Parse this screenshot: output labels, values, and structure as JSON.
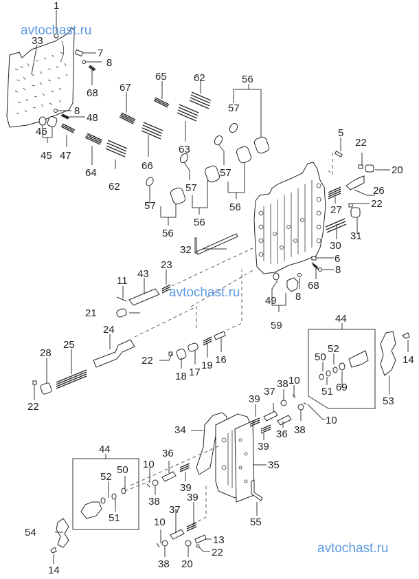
{
  "title": "Automatic transmission valve body exploded parts diagram",
  "watermark": "avtochast.ru",
  "colors": {
    "watermark": "#4a8fe0",
    "line": "#333333",
    "background": "#ffffff"
  },
  "labels": {
    "l1": "1",
    "l33": "33",
    "l7": "7",
    "l8a": "8",
    "l68a": "68",
    "l8b": "8",
    "l48": "48",
    "l46": "46",
    "l45": "45",
    "l47": "47",
    "l67": "67",
    "l65": "65",
    "l62a": "62",
    "l56a": "56",
    "l57a": "57",
    "l63": "63",
    "l66": "66",
    "l64": "64",
    "l62b": "62",
    "l57b": "57",
    "l57c": "57",
    "l57d": "57",
    "l56b": "56",
    "l56c": "56",
    "l56d": "56",
    "l5": "5",
    "l22a": "22",
    "l20a": "20",
    "l26": "26",
    "l27": "27",
    "l22b": "22",
    "l31": "31",
    "l30": "30",
    "l6": "6",
    "l8c": "8",
    "l68b": "68",
    "l32": "32",
    "l23": "23",
    "l43": "43",
    "l11": "11",
    "l21": "21",
    "l49": "49",
    "l8d": "8",
    "l59": "59",
    "l24": "24",
    "l25": "25",
    "l28": "28",
    "l22c": "22",
    "l22d": "22",
    "l18": "18",
    "l17": "17",
    "l19": "19",
    "l16": "16",
    "l44a": "44",
    "l52a": "52",
    "l50a": "50",
    "l51a": "51",
    "l69": "69",
    "l53": "53",
    "l14a": "14",
    "l10a": "10",
    "l38a": "38",
    "l37a": "37",
    "l39a": "39",
    "l36a": "36",
    "l38b": "38",
    "l10b": "10",
    "l39b": "39",
    "l34": "34",
    "l35": "35",
    "l55": "55",
    "l44b": "44",
    "l52b": "52",
    "l50b": "50",
    "l51b": "51",
    "l54": "54",
    "l14b": "14",
    "l10c": "10",
    "l36b": "36",
    "l39c": "39",
    "l38c": "38",
    "l39d": "39",
    "l37b": "37",
    "l10d": "10",
    "l13": "13",
    "l22e": "22",
    "l38d": "38",
    "l20b": "20"
  }
}
